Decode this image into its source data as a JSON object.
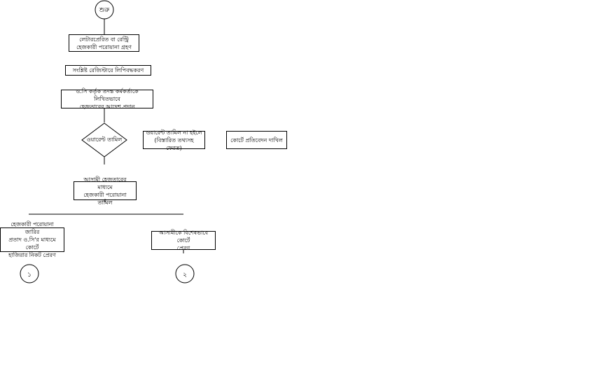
{
  "flowchart": {
    "start": "শুরু",
    "step1": "লেটারপ্রেরিত বা রেন্ট্রি\nহেজকারী পরোয়ানা গ্রহণ",
    "step2": "সংশ্লিষ্ট রেজিস্টারে লিপিবদ্ধকরণ",
    "step3": "ও.সি কর্তৃক তদন্ত কর্মকর্তাকে লিখিতভাবে\nহেজতারের আদেশ প্রদান",
    "decision": "ওয়ারেন্ট তামিল",
    "not_served": "ওয়ারেন্ট তামিল না হইলে\n(বিস্তারিত তথ্যসহ ফেরত)",
    "court_report": "কোর্টে প্রতিবেদন দাখিল",
    "served": "আসামী হেজতারের মাধ্যমে\nহেজকারী পরোয়ানা তামিল",
    "left_branch": "হেজকারী পরোয়ানা জারির\nপ্রতাদ ও.সি'র মাধ্যমে কোর্টে\nহাজিরার নিকট প্রেরণ",
    "right_branch": "আসামীকে বিশেষভাবে কোর্টে\nপ্রেরণ",
    "connector_left": "১",
    "connector_right": "২"
  }
}
